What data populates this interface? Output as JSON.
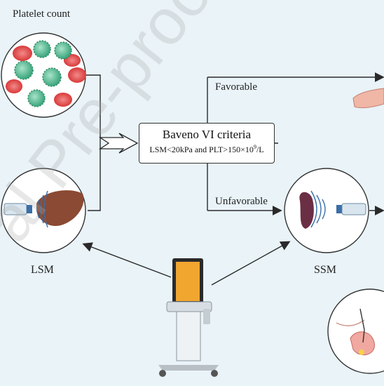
{
  "labels": {
    "platelet_count": "Platelet count",
    "lsm": "LSM",
    "ssm": "SSM",
    "favorable": "Favorable",
    "unfavorable": "Unfavorable"
  },
  "criteria_box": {
    "title": "Baveno VI criteria",
    "condition_prefix": "LSM<20kPa and PLT>150×10",
    "condition_exp": "9",
    "condition_suffix": "/L"
  },
  "watermark": "al Pre-proof",
  "colors": {
    "arrow": "#2a2a2a",
    "circle_fill": "#ffffff",
    "platelet_green": "#4fb48e",
    "red_cell": "#e23b3b",
    "liver": "#8a4a33",
    "spleen": "#6b2f45",
    "background": "#e9f3f8"
  },
  "icons": {
    "platelet_circle": "blood-cells-icon",
    "lsm_circle": "liver-elastography-icon",
    "ssm_circle": "spleen-elastography-icon",
    "device": "elastography-device-icon",
    "hand": "hand-icon",
    "endoscopy": "endoscopy-icon"
  }
}
